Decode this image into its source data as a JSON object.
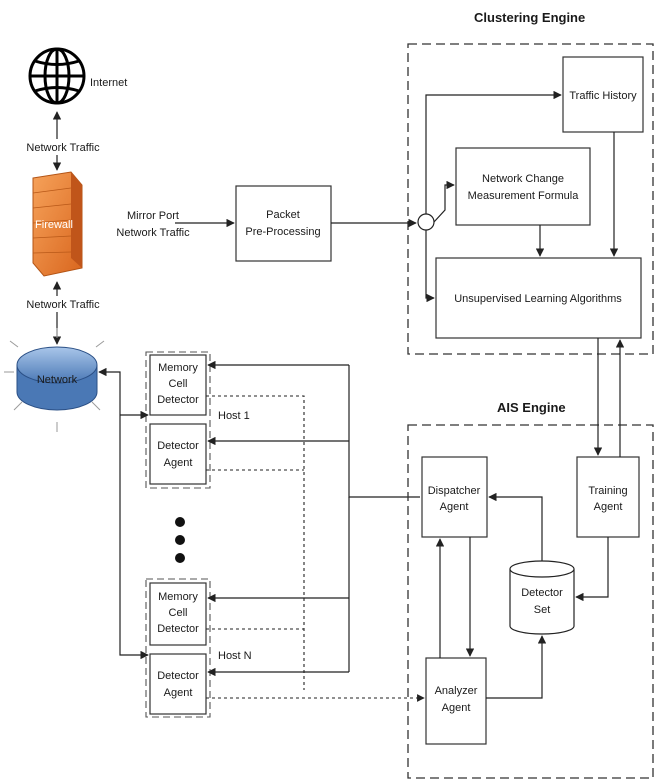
{
  "clustering_engine": {
    "title": "Clustering  Engine",
    "traffic_history": "Traffic History",
    "network_change": [
      "Network Change",
      "Measurement Formula"
    ],
    "unsupervised": "Unsupervised Learning Algorithms"
  },
  "ais_engine": {
    "title": "AIS Engine",
    "dispatcher": [
      "Dispatcher",
      "Agent"
    ],
    "training": [
      "Training",
      "Agent"
    ],
    "detector_set": [
      "Detector",
      "Set"
    ],
    "analyzer": [
      "Analyzer",
      "Agent"
    ]
  },
  "left": {
    "internet": "Internet",
    "network_traffic_top": "Network Traffic",
    "firewall": "Firewall",
    "mirror_port": [
      "Mirror Port",
      "Network Traffic"
    ],
    "network_traffic_bottom": "Network Traffic",
    "network": "Network"
  },
  "packet": [
    "Packet",
    "Pre-Processing"
  ],
  "hosts": {
    "host1": "Host 1",
    "hostn": "Host N",
    "memory_cell": [
      "Memory",
      "Cell",
      "Detector"
    ],
    "detector_agent": [
      "Detector",
      "Agent"
    ]
  }
}
